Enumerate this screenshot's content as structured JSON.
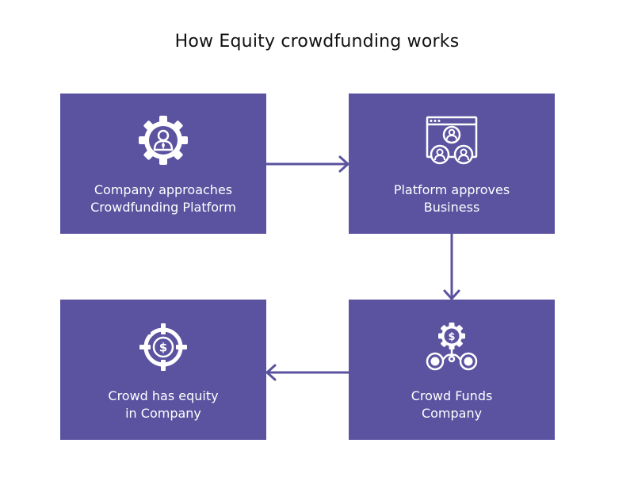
{
  "title": "How Equity crowdfunding works",
  "colors": {
    "box_fill": "#5b52a0",
    "arrow": "#5b52a0",
    "icon": "#ffffff",
    "text": "#ffffff",
    "title_text": "#111111"
  },
  "steps": [
    {
      "label_lines": [
        "Company approaches",
        "Crowdfunding Platform"
      ],
      "icon": "person-in-gear-icon"
    },
    {
      "label_lines": [
        "Platform approves",
        "Business"
      ],
      "icon": "users-browser-window-icon"
    },
    {
      "label_lines": [
        "Crowd Funds",
        "Company"
      ],
      "icon": "coins-to-dollar-gear-icon"
    },
    {
      "label_lines": [
        "Crowd has equity",
        "in Company"
      ],
      "icon": "dollar-target-icon"
    }
  ],
  "flow": [
    "step1 -> step2",
    "step2 -> step3",
    "step3 -> step4"
  ]
}
